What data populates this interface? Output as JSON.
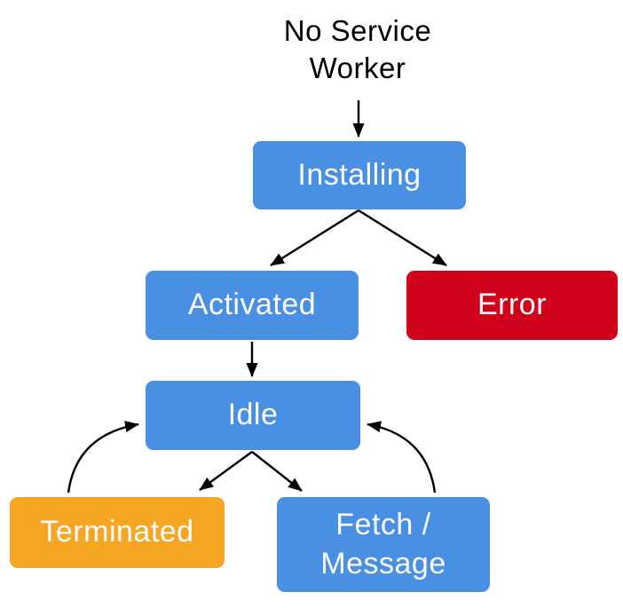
{
  "diagram": {
    "name": "service-worker-lifecycle",
    "type": "flowchart"
  },
  "colors": {
    "node-blue": "#4A90E2",
    "node-red": "#D0021B",
    "node-orange": "#F5A623",
    "node-text": "#FCFCFC",
    "label-text": "#000000",
    "arrow": "#000000"
  },
  "nodes": {
    "no_service_worker": {
      "label": "No Service Worker",
      "shape": "text",
      "color": "none"
    },
    "installing": {
      "label": "Installing",
      "shape": "rounded-rect",
      "color": "#4A90E2"
    },
    "activated": {
      "label": "Activated",
      "shape": "rounded-rect",
      "color": "#4A90E2"
    },
    "error": {
      "label": "Error",
      "shape": "rounded-rect",
      "color": "#D0021B"
    },
    "idle": {
      "label": "Idle",
      "shape": "rounded-rect",
      "color": "#4A90E2"
    },
    "terminated": {
      "label": "Terminated",
      "shape": "rounded-rect",
      "color": "#F5A623"
    },
    "fetch_message": {
      "label": "Fetch / Message",
      "shape": "rounded-rect",
      "color": "#4A90E2"
    }
  },
  "edges": [
    {
      "from": "no_service_worker",
      "to": "installing",
      "style": "straight"
    },
    {
      "from": "installing",
      "to": "activated",
      "style": "straight"
    },
    {
      "from": "installing",
      "to": "error",
      "style": "straight"
    },
    {
      "from": "activated",
      "to": "idle",
      "style": "straight"
    },
    {
      "from": "idle",
      "to": "terminated",
      "style": "straight"
    },
    {
      "from": "idle",
      "to": "fetch_message",
      "style": "straight"
    },
    {
      "from": "terminated",
      "to": "idle",
      "style": "curved"
    },
    {
      "from": "fetch_message",
      "to": "idle",
      "style": "curved"
    }
  ]
}
